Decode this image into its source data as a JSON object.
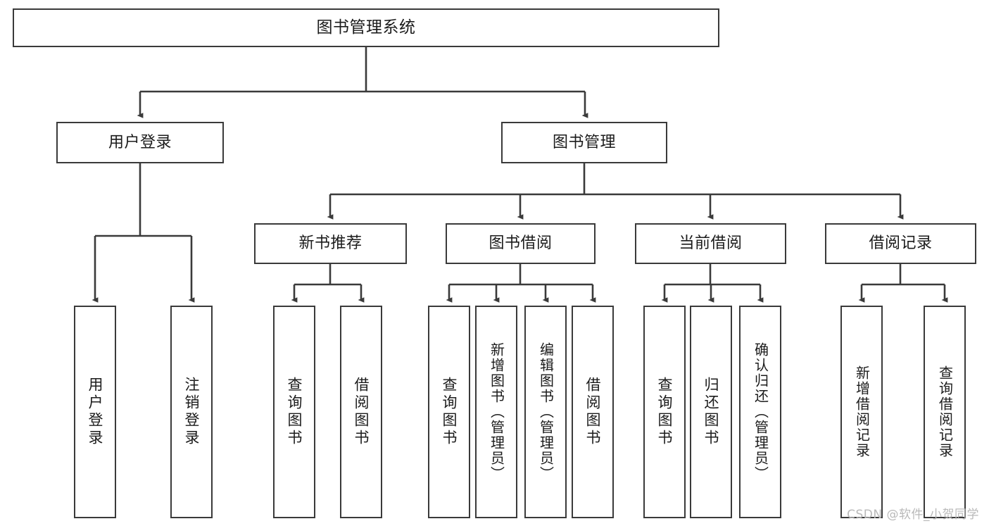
{
  "diagram": {
    "title": "图书管理系统",
    "background_color": "#ffffff",
    "line_color": "#3a3a3a",
    "text_color": "#1b1b1b",
    "watermark": "CSDN @软件_小贺同学",
    "nodes": {
      "root": {
        "label": "图书管理系统"
      },
      "level2": [
        {
          "label": "用户登录"
        },
        {
          "label": "图书管理"
        }
      ],
      "level3": [
        {
          "label": "新书推荐"
        },
        {
          "label": "图书借阅"
        },
        {
          "label": "当前借阅"
        },
        {
          "label": "借阅记录"
        }
      ],
      "leaves": {
        "user_login": [
          {
            "label": "用户登录"
          },
          {
            "label": "注销登录"
          }
        ],
        "new_book_recommend": [
          {
            "label": "查询图书"
          },
          {
            "label": "借阅图书"
          }
        ],
        "book_borrow": [
          {
            "label": "查询图书"
          },
          {
            "label": "新增图书（管理员）"
          },
          {
            "label": "编辑图书（管理员）"
          },
          {
            "label": "借阅图书"
          }
        ],
        "current_borrow": [
          {
            "label": "查询图书"
          },
          {
            "label": "归还图书"
          },
          {
            "label": "确认归还（管理员）"
          }
        ],
        "borrow_record": [
          {
            "label": "新增借阅记录"
          },
          {
            "label": "查询借阅记录"
          }
        ]
      }
    }
  }
}
